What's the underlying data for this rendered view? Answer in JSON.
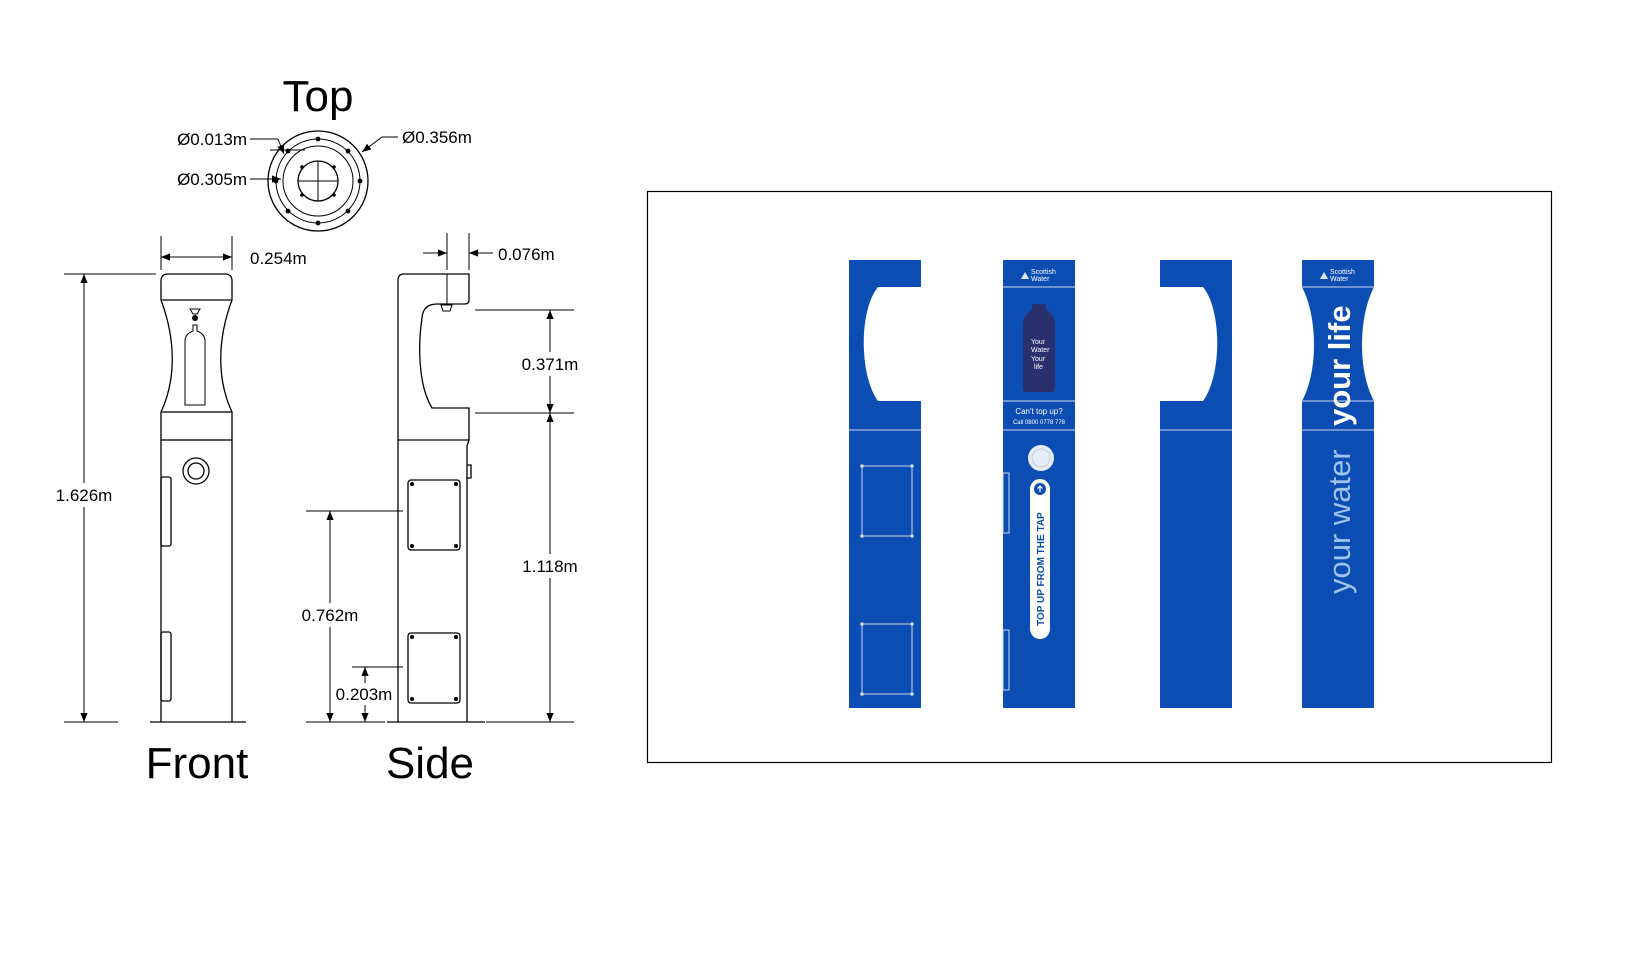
{
  "views": {
    "top": "Top",
    "front": "Front",
    "side": "Side"
  },
  "dimensions": {
    "d_0013": "Ø0.013m",
    "d_0356": "Ø0.356m",
    "d_0305": "Ø0.305m",
    "w_0254": "0.254m",
    "w_0076": "0.076m",
    "h_1626": "1.626m",
    "h_0371": "0.371m",
    "h_1118": "1.118m",
    "h_0762": "0.762m",
    "h_0203": "0.203m"
  },
  "wrap": {
    "brand_line1": "Scottish",
    "brand_line2": "Water",
    "bottle_line1": "Your",
    "bottle_line2": "Water",
    "bottle_line3": "Your",
    "bottle_line4": "life",
    "cta_title": "Can't top up?",
    "cta_phone": "Call 0800 0778 778",
    "tap_text": "TOP UP FROM THE TAP",
    "slogan_a": "your water",
    "slogan_b": "your life"
  },
  "colors": {
    "wrap_blue": "#0b4db3",
    "outline": "#000000"
  }
}
